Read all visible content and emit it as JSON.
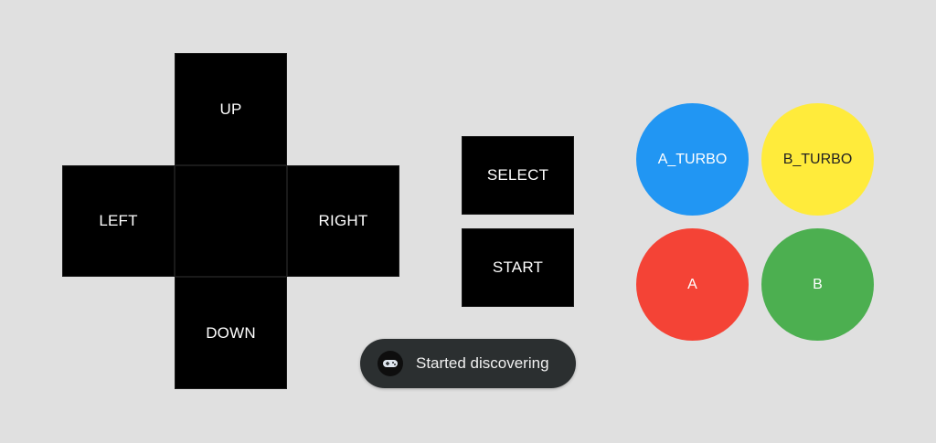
{
  "dpad": {
    "up_label": "UP",
    "left_label": "LEFT",
    "right_label": "RIGHT",
    "down_label": "DOWN"
  },
  "system_buttons": {
    "select_label": "SELECT",
    "start_label": "START"
  },
  "action_buttons": {
    "a_turbo_label": "A_TURBO",
    "b_turbo_label": "B_TURBO",
    "a_label": "A",
    "b_label": "B"
  },
  "colors": {
    "background": "#e0e0e0",
    "pad": "#000000",
    "a_turbo": "#2196f3",
    "b_turbo": "#ffeb3b",
    "a": "#f44336",
    "b": "#4caf50",
    "toast": "#2b2f30"
  },
  "toast": {
    "icon": "gamepad-icon",
    "message": "Started discovering"
  }
}
